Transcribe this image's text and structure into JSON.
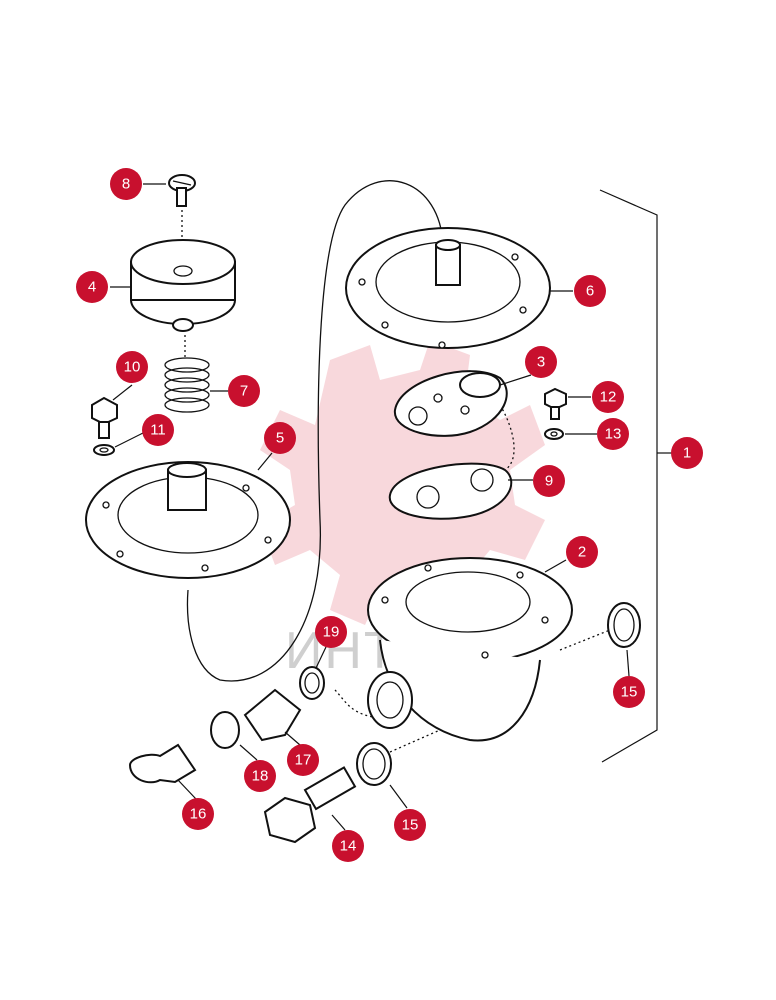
{
  "watermark": {
    "text": "ИНТЕХ"
  },
  "callouts": [
    {
      "id": "c1",
      "label": "1"
    },
    {
      "id": "c2",
      "label": "2"
    },
    {
      "id": "c3",
      "label": "3"
    },
    {
      "id": "c4",
      "label": "4"
    },
    {
      "id": "c5",
      "label": "5"
    },
    {
      "id": "c6",
      "label": "6"
    },
    {
      "id": "c7",
      "label": "7"
    },
    {
      "id": "c8",
      "label": "8"
    },
    {
      "id": "c9",
      "label": "9"
    },
    {
      "id": "c10",
      "label": "10"
    },
    {
      "id": "c11",
      "label": "11"
    },
    {
      "id": "c12",
      "label": "12"
    },
    {
      "id": "c13",
      "label": "13"
    },
    {
      "id": "c14",
      "label": "14"
    },
    {
      "id": "c15a",
      "label": "15"
    },
    {
      "id": "c15b",
      "label": "15"
    },
    {
      "id": "c16",
      "label": "16"
    },
    {
      "id": "c17",
      "label": "17"
    },
    {
      "id": "c18",
      "label": "18"
    },
    {
      "id": "c19",
      "label": "19"
    }
  ],
  "colors": {
    "callout": "#c8102e",
    "line": "#111111",
    "watermark": "#f3b8bf"
  }
}
